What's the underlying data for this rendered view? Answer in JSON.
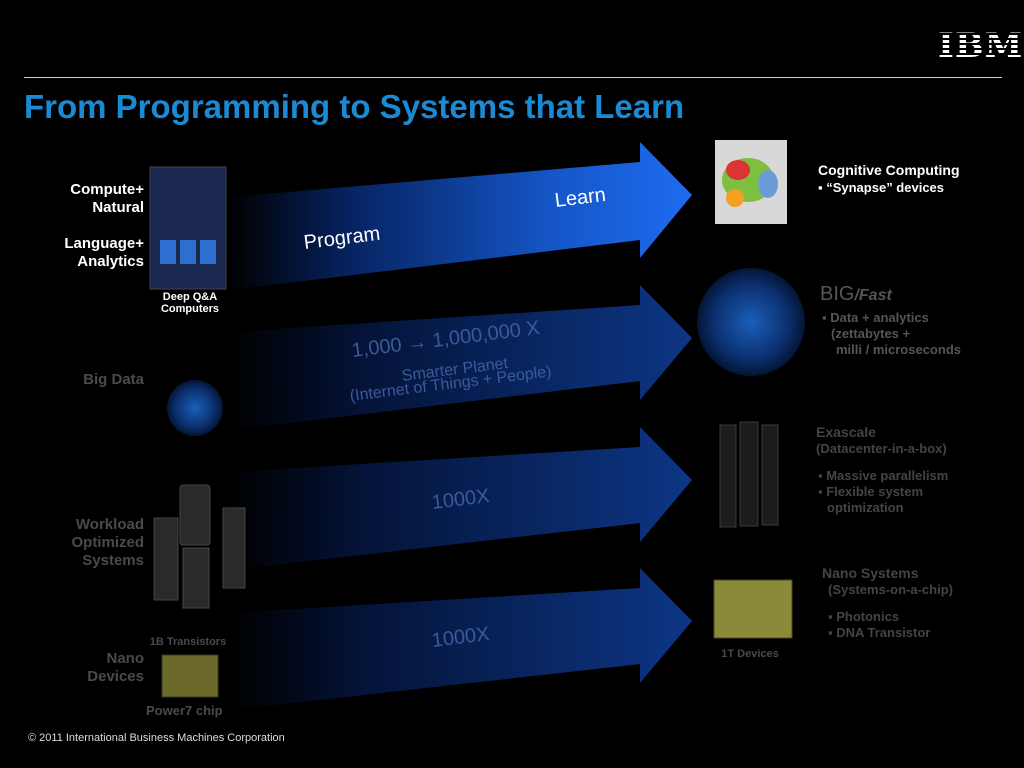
{
  "slide": {
    "logo": "IBM",
    "title": "From Programming to Systems that Learn",
    "footer": "© 2011 International Business Machines Corporation"
  },
  "left_labels": {
    "compute_natural": "Compute+\nNatural",
    "language_analytics": "Language+\nAnalytics",
    "deep_qa": "Deep Q&A\nComputers",
    "big_data": "Big Data",
    "workload": "Workload\nOptimized\nSystems",
    "nano_devices": "Nano\nDevices",
    "transistors": "1B Transistors",
    "power7": "Power7 chip"
  },
  "arrows": {
    "program": "Program",
    "learn": "Learn",
    "scale": "1,000 → 1,000,000 X",
    "smarter_planet": "Smarter Planet",
    "internet_things": "(Internet of Things + People)",
    "x1000_a": "1000X",
    "x1000_b": "1000X"
  },
  "right": {
    "cognitive_title": "Cognitive Computing",
    "cognitive_bullet": "▪ “Synapse” devices",
    "big": "BIG",
    "fast": "/Fast",
    "big_bullet_1": "▪ Data + analytics",
    "big_bullet_2": "(zettabytes  +",
    "big_bullet_3": "milli / microseconds",
    "exascale_title": "Exascale",
    "exascale_sub": "(Datacenter-in-a-box)",
    "exa_bullet_1": "▪ Massive parallelism",
    "exa_bullet_2": "▪ Flexible system",
    "exa_bullet_3": "optimization",
    "nano_title": "Nano Systems",
    "nano_sub": "(Systems-on-a-chip)",
    "nano_bullet_1": "▪ Photonics",
    "nano_bullet_2": "▪ DNA Transistor",
    "devices_1t": "1T Devices"
  },
  "colors": {
    "title_blue": "#1a8ad4",
    "arrow_bright": "#1e6cf0",
    "arrow_dark": "#0a2a66",
    "dim_text": "#4a4a4a"
  }
}
